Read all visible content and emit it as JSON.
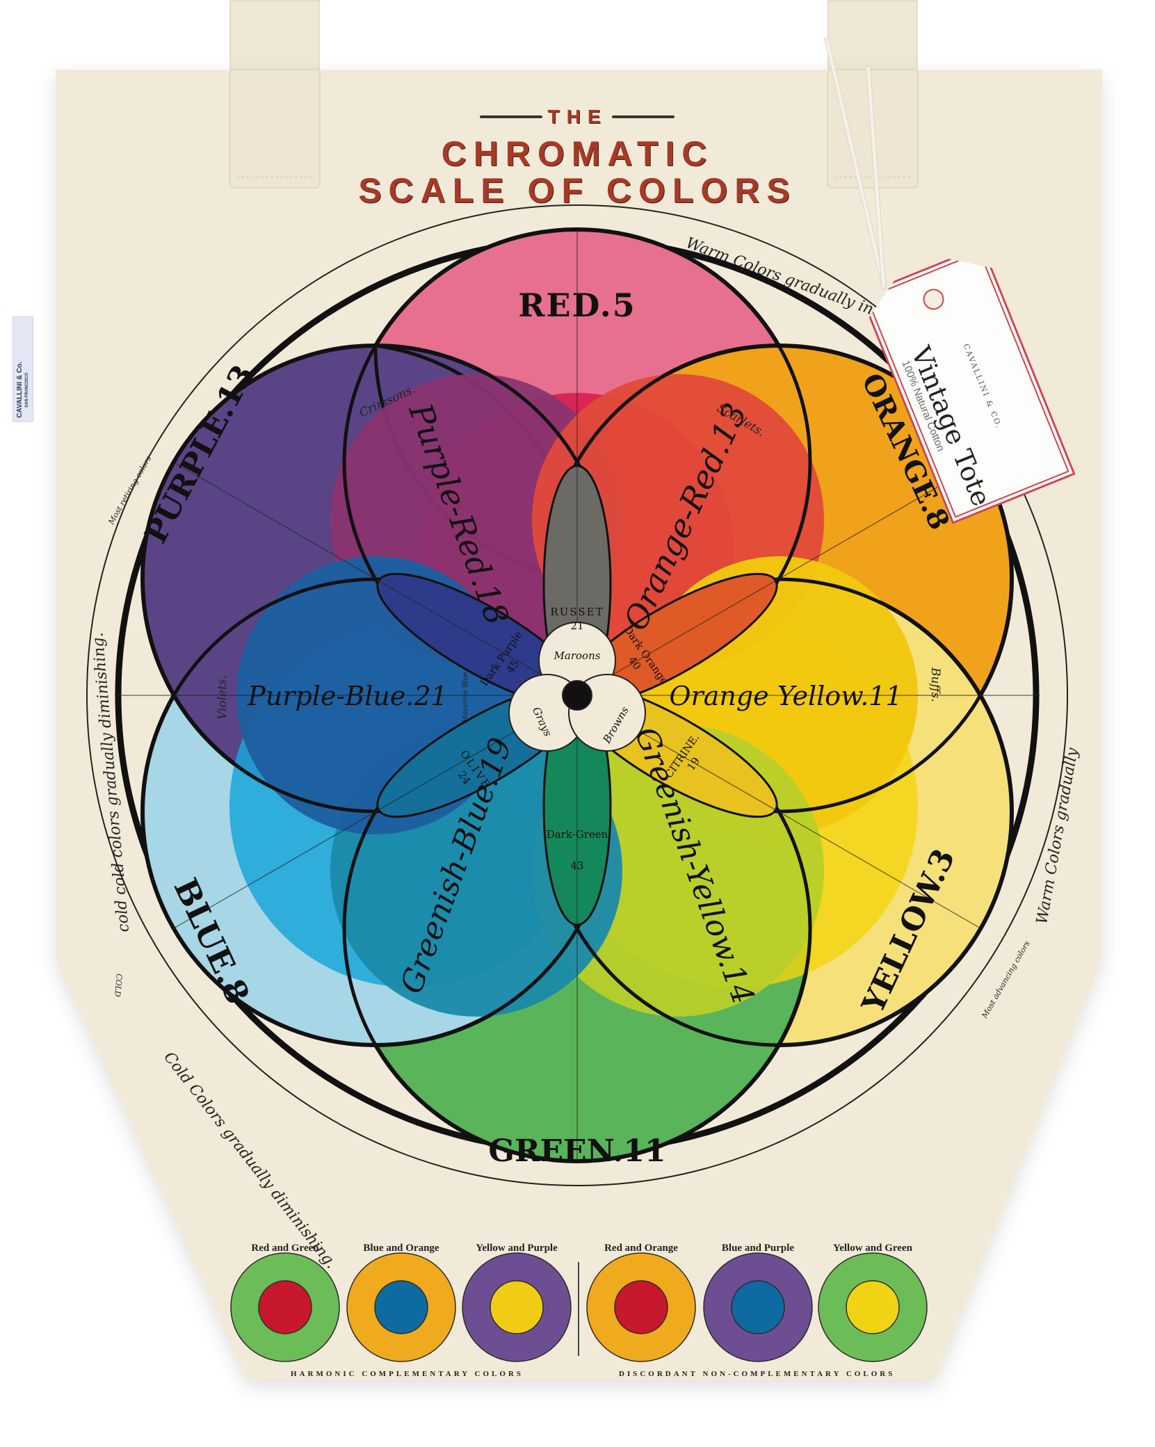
{
  "poster": {
    "title_the": "THE",
    "title_line1": "CHROMATIC",
    "title_line2": "SCALE OF COLORS",
    "title_color": "#a63a27"
  },
  "side_label": {
    "brand": "CAVALLINI & Co.",
    "city": "SAN FRANCISCO"
  },
  "hang_tag": {
    "brand": "CAVALLINI & CO.",
    "title": "Vintage Tote",
    "subtitle": "100% Natural Cotton",
    "border_color": "#d2434d"
  },
  "wheel": {
    "outer_ring_text": {
      "warm": "Warm Colors gradually increasing",
      "warm_lower": "Warm Colors gradually",
      "cold": "Cold Colors gradually diminishing.",
      "cold_left": "cold cold colors gradually diminishing.",
      "most_retiring": "Most retiring colors",
      "most_advancing": "Most advancing colors",
      "cold_mark": "COLD"
    },
    "primaries": [
      {
        "label": "RED.5",
        "color": "#e0587c"
      },
      {
        "label": "ORANGE.8",
        "color": "#f0a21a"
      },
      {
        "label": "YELLOW.3",
        "color": "#f6e07a"
      },
      {
        "label": "GREEN.11",
        "color": "#5ab45a"
      },
      {
        "label": "BLUE.8",
        "color": "#22a6d6"
      },
      {
        "label": "PURPLE.13",
        "color": "#5a4486"
      }
    ],
    "secondaries": [
      {
        "label": "Purple-Red.18",
        "color": "#8a3470"
      },
      {
        "label": "Orange-Red.13",
        "color": "#e04a3a"
      },
      {
        "label": "Orange Yellow.11",
        "color": "#f2c80e"
      },
      {
        "label": "Greenish-Yellow.14",
        "color": "#b8cf2a"
      },
      {
        "label": "Greenish-Blue.19",
        "color": "#1a8aaa"
      },
      {
        "label": "Purple-Blue.21",
        "color": "#1d5fa0"
      }
    ],
    "annotations": [
      {
        "label": "Crimsons."
      },
      {
        "label": "Scarlets."
      },
      {
        "label": "Buffs."
      },
      {
        "label": "Violets."
      },
      {
        "label": "Mazarine Blue"
      }
    ],
    "tertiaries": [
      {
        "name": "RUSSET",
        "value": "21",
        "color": "#6b6a64"
      },
      {
        "name": "Dark Orange",
        "value": "40",
        "color": "#e05a28"
      },
      {
        "name": "CITRINE.",
        "value": "19",
        "color": "#e8c21e"
      },
      {
        "name": "Dark-Green",
        "value": "43",
        "color": "#14885a"
      },
      {
        "name": "OLIVE",
        "value": "24",
        "color": "#14709a"
      },
      {
        "name": "Dark Purple",
        "value": "45",
        "color": "#2e3a8a"
      }
    ],
    "center": [
      {
        "label": "Maroons"
      },
      {
        "label": "Grays"
      },
      {
        "label": "Browns"
      }
    ]
  },
  "swatches": {
    "harmonic": {
      "caption": "HARMONIC COMPLEMENTARY COLORS",
      "items": [
        {
          "label": "Red and Green",
          "outer": "#6cbc58",
          "inner": "#c8182e"
        },
        {
          "label": "Blue and Orange",
          "outer": "#f0aa1e",
          "inner": "#0e6aa0"
        },
        {
          "label": "Yellow and Purple",
          "outer": "#6e4e92",
          "inner": "#f0cc14"
        }
      ]
    },
    "discordant": {
      "caption": "DISCORDANT NON-COMPLEMENTARY COLORS",
      "items": [
        {
          "label": "Red and Orange",
          "outer": "#f0aa1e",
          "inner": "#c8182e"
        },
        {
          "label": "Blue and Purple",
          "outer": "#6e4e92",
          "inner": "#0e6aa0"
        },
        {
          "label": "Yellow and Green",
          "outer": "#6cbc58",
          "inner": "#f0d414"
        }
      ]
    }
  },
  "canvas_color": "#f2ead8"
}
